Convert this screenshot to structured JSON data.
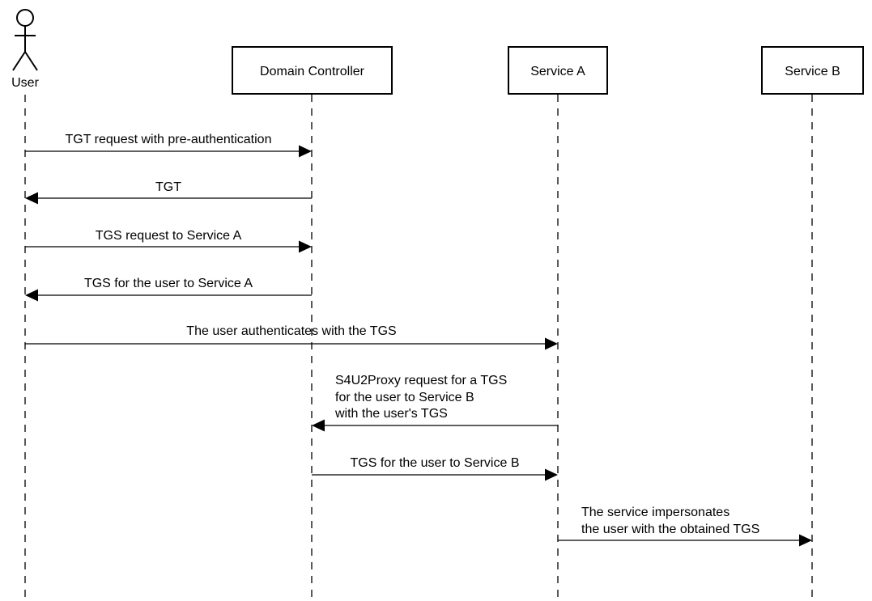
{
  "participants": {
    "user": {
      "label": "User",
      "icon": "actor-stick-figure-icon"
    },
    "domain_controller": {
      "label": "Domain Controller"
    },
    "service_a": {
      "label": "Service A"
    },
    "service_b": {
      "label": "Service B"
    }
  },
  "messages": [
    {
      "from": "user",
      "to": "domain_controller",
      "lines": [
        "TGT request with pre-authentication"
      ]
    },
    {
      "from": "domain_controller",
      "to": "user",
      "lines": [
        "TGT"
      ]
    },
    {
      "from": "user",
      "to": "domain_controller",
      "lines": [
        "TGS request to Service A"
      ]
    },
    {
      "from": "domain_controller",
      "to": "user",
      "lines": [
        "TGS for the user to Service A"
      ]
    },
    {
      "from": "user",
      "to": "service_a",
      "lines": [
        "The user authenticates with the TGS"
      ]
    },
    {
      "from": "service_a",
      "to": "domain_controller",
      "lines": [
        "S4U2Proxy request for a TGS",
        "for the user to Service B",
        "with the user's TGS"
      ]
    },
    {
      "from": "domain_controller",
      "to": "service_a",
      "lines": [
        "TGS for the user to Service B"
      ]
    },
    {
      "from": "service_a",
      "to": "service_b",
      "lines": [
        "The service impersonates",
        "the user with the obtained TGS"
      ]
    }
  ],
  "colors": {
    "stroke": "#000000",
    "background": "#ffffff"
  }
}
